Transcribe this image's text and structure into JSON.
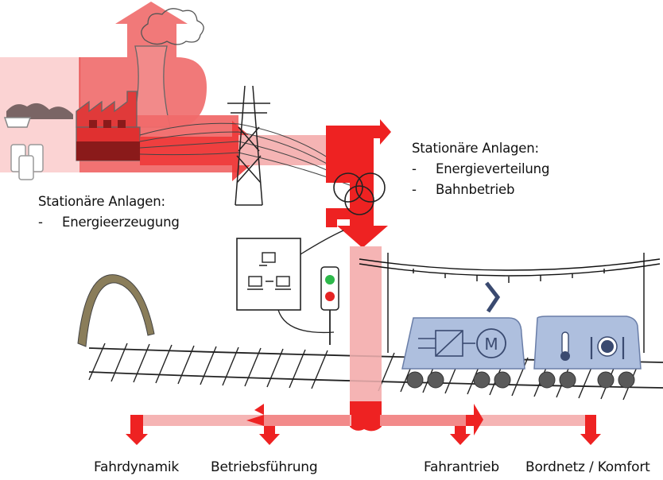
{
  "labels": {
    "generation": {
      "heading": "Stationäre Anlagen:",
      "items": [
        "Energieerzeugung"
      ]
    },
    "distribution": {
      "heading": "Stationäre Anlagen:",
      "items": [
        "Energieverteilung",
        "Bahnbetrieb"
      ]
    },
    "outputs": [
      "Fahrdynamik",
      "Betriebsführung",
      "Fahrantrieb",
      "Bordnetz / Komfort"
    ],
    "motor_symbol": "M"
  },
  "colors": {
    "flow_dark": "#ee2222",
    "flow_medium": "#f06a6a",
    "flow_light": "#f5b4b4",
    "flow_pale": "#fbd3d3",
    "vehicle_fill": "#aebfde",
    "vehicle_stroke": "#6a7ea8",
    "wheel": "#5a5a5a",
    "tunnel": "#8a7d5a"
  },
  "icons": {
    "signal_lights": [
      "green",
      "red"
    ],
    "power_plant": "factory-icon",
    "cooling_tower": "cooling-tower-icon",
    "transformer": "transformer-icon",
    "network": "computer-network-icon",
    "thermometer": "thermometer-icon",
    "dining": "plate-cutlery-icon"
  }
}
